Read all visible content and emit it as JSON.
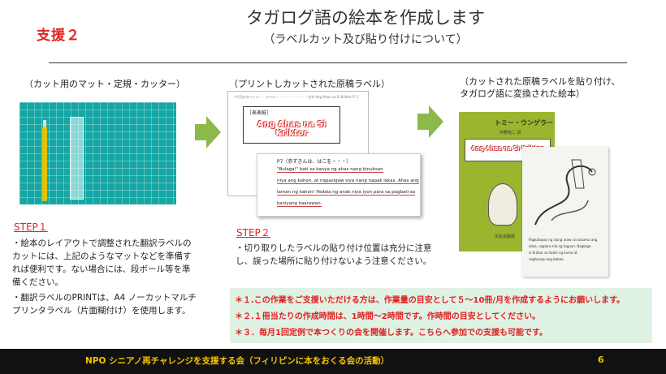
{
  "header": {
    "badge": "支援２",
    "title": "タガログ語の絵本を作成します",
    "subtitle": "（ラベルカット及び貼り付けについて）"
  },
  "captions": {
    "mat": "（カット用のマット・定規・カッター）",
    "print": "（プリントしカットされた原稿ラベル）",
    "book": "（カットされた原稿ラベルを貼り付け、タガログ語に変換された絵本）"
  },
  "label_doc": {
    "back_header": "一行目のタイトル・・ラベル・・・・・・・・・・文字  Ang Ahas na Si Kriktor  P. 1  ",
    "back_label": "［表表紙］",
    "book_title": "Ang Ahas na Si Kriktor",
    "front_header": "P7（赤ずきんは、はこを・・・）",
    "lines": [
      "\"Bulaga!\" bati sa kanya ng ahas nang binuksan",
      "niya ang kahon, at napasigaw siya nang napak lakas. Ahas ang",
      "laman ng kahon! Padala ng anak niya iyon para sa pagbati sa",
      "kaniyang kaarawan."
    ]
  },
  "book": {
    "cover_title": "トミー・ウンゲラー",
    "cover_sub": "中野完二 訳",
    "label_title": "Ang Ahas na Si Kriktor",
    "publisher": "文化出版局",
    "inner_lines": [
      "Pagkatapos ng isang araw na kasama ang",
      "ahas, naglaro sila ng taguan. Nagtago",
      "si Kriktor sa ilalim ng kama at",
      "naghanap ang babae."
    ]
  },
  "step1": {
    "heading": "STEP１",
    "text1": "・絵本のレイアウトで調整された翻訳ラベルのカットには、上記のようなマットなどを準備すれば便利です。ない場合には、段ボール等を準備ください。",
    "text2": "・翻訳ラベルのPRINTは、A4 ノーカットマルチプリンタラベル（片面糊付け）を使用します。"
  },
  "step2": {
    "heading": "STEP２",
    "text1": "・切り取りしたラベルの貼り付け位置は充分に注意し、誤った場所に貼り付けないよう注意ください。"
  },
  "notes": [
    "＊１.この作業をご支援いただける方は、作業量の目安として５～10冊/月を作成するようにお願いします。",
    "＊２.１冊当たりの作成時間は、1時間～2時間です。作時間の目安としてください。",
    "＊３．毎月1回定例で本つくりの会を開催します。こちらへ参加での支援も可能です。"
  ],
  "footer": {
    "text": "NPO シニアノ再チャレンジを支援する会（フィリピンに本をおくる会の活動）",
    "page": "6"
  },
  "colors": {
    "accent_red": "#e02020",
    "arrow_green": "#8db84a",
    "footer_bg": "#111111",
    "footer_text": "#f4c400",
    "note_bg": "#dff2e4"
  }
}
